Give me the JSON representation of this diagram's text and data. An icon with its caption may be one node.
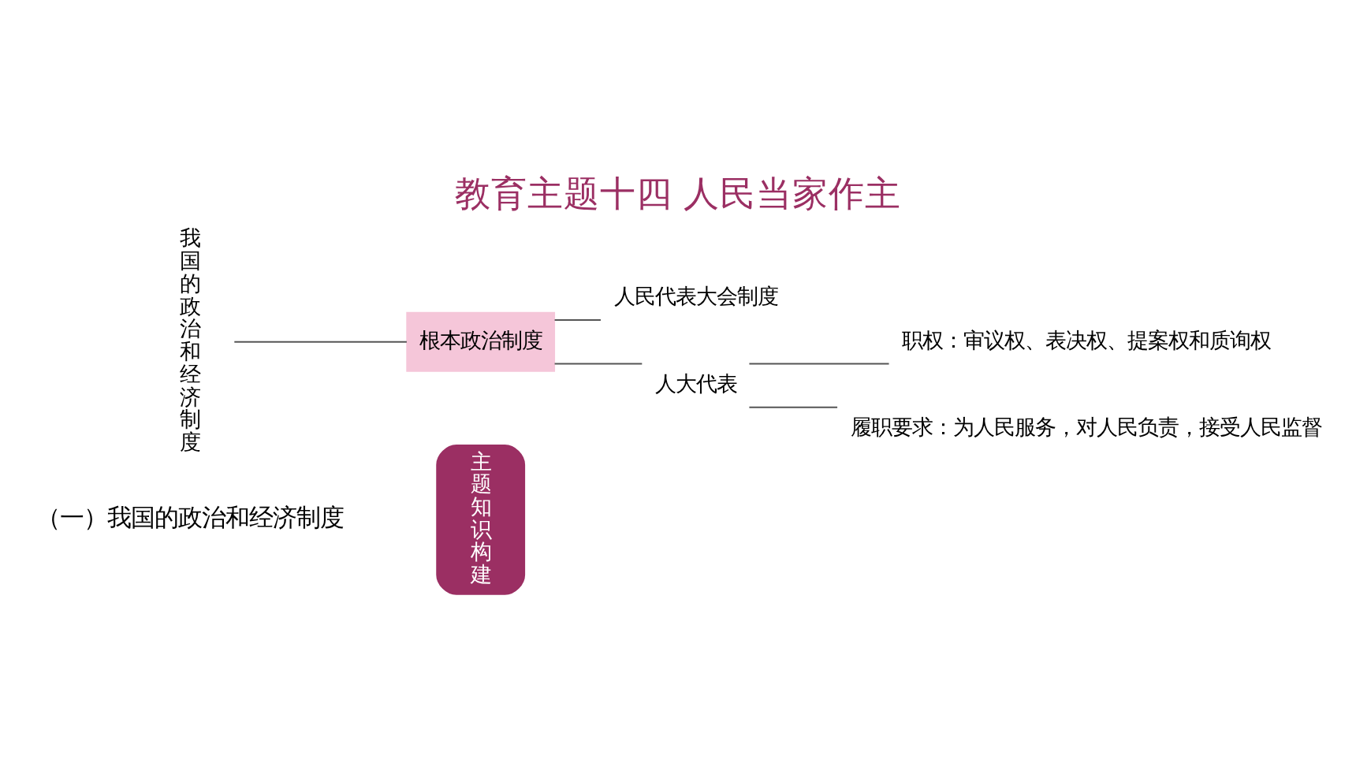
{
  "diagram": {
    "title": "教育主题十四 人民当家作主",
    "nodes": [
      {
        "text": [
          "主题知识构建"
        ]
      },
      {
        "text": [
          "我国的政治和经济制度"
        ]
      },
      {
        "text": [
          "根本政治制度"
        ]
      },
      {
        "text": [
          "人民代表大会制度"
        ]
      },
      {
        "text": [
          "人大代表"
        ]
      },
      {
        "text": [
          "职权：审议权、表决权、提案权和质询权"
        ]
      },
      {
        "text": [
          "履职要求：为人民服务，对人民负责，接受人民监督"
        ]
      }
    ],
    "edges": [
      {
        "from": 1,
        "to": 2,
        "arrow": "none"
      },
      {
        "from": 2,
        "to": 3,
        "arrow": "none"
      },
      {
        "from": 2,
        "to": 4,
        "arrow": "none"
      },
      {
        "from": 4,
        "to": 5,
        "arrow": "none"
      },
      {
        "from": 4,
        "to": 6,
        "arrow": "none"
      }
    ],
    "labels": [
      "（一）我国的政治和经济制度"
    ]
  }
}
